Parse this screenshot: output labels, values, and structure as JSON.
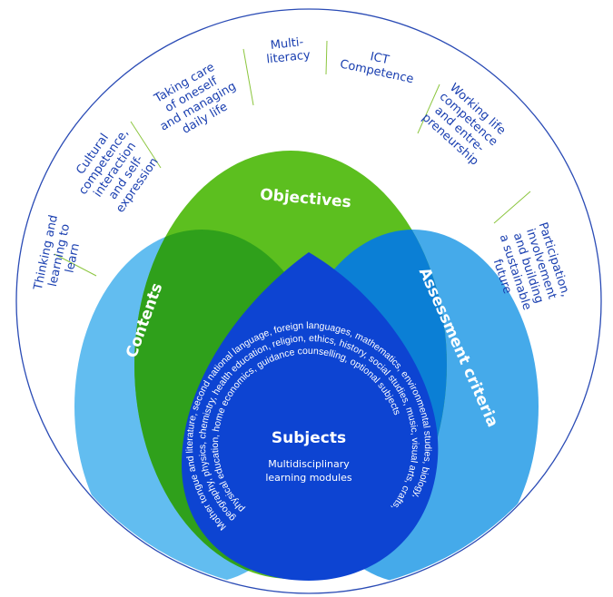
{
  "outer_labels": [
    {
      "lines": [
        "Thinking and",
        "learning to",
        "learn"
      ]
    },
    {
      "lines": [
        "Cultural",
        "competence,",
        "interaction",
        "and self-",
        "expression"
      ]
    },
    {
      "lines": [
        "Taking care",
        "of oneself",
        "and managing",
        "daily life"
      ]
    },
    {
      "lines": [
        "Multi-",
        "literacy"
      ]
    },
    {
      "lines": [
        "ICT",
        "Competence"
      ]
    },
    {
      "lines": [
        "Working life",
        "competence",
        "and entre-",
        "preneurship"
      ]
    },
    {
      "lines": [
        "Participation,",
        "involvement",
        "and building",
        "a sustainable",
        "future"
      ]
    }
  ],
  "sets": {
    "objectives": "Objectives",
    "contents": "Contents",
    "assessment": "Assessment criteria"
  },
  "subjects": {
    "title": "Subjects",
    "subtitle_lines": [
      "Multidisciplinary",
      "learning modules"
    ],
    "rings": [
      "Mother tongue and literature, second national language, foreign languages, mathematics, environmental studies, biology,",
      "geography, physics, chemistry, health education, religion, ethics, history, social studies, music, visual arts, crafts,",
      "physical education, home economics, guidance counselling, optional subjects"
    ]
  },
  "colors": {
    "outer_ring": "#2a4bb5",
    "separator": "#8cc63f",
    "contents": "#62bdf0",
    "assessment": "#45aaea",
    "objectives": "#5cbf1f",
    "objectives_contents": "#2fa01b",
    "objectives_assessment": "#0b7fd5",
    "subjects": "#0d44d2"
  }
}
